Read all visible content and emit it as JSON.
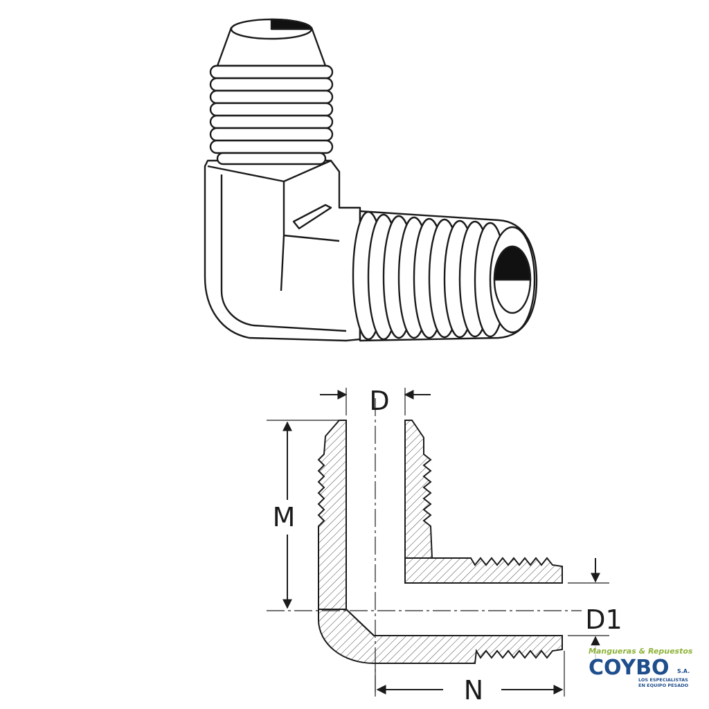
{
  "dimensions": {
    "d": "D",
    "m": "M",
    "d1": "D1",
    "n": "N"
  },
  "logo": {
    "tagline": "Mangueras & Repuestos",
    "name": "COYBO",
    "suffix": "S.A.",
    "slogan_line1": "LOS ESPECIALISTAS",
    "slogan_line2": "EN EQUIPO PESADO",
    "colors": {
      "tagline": "#8fb33a",
      "name": "#1f4e8c"
    }
  },
  "icons": {
    "fitting": "elbow-fitting-illustration",
    "section": "elbow-fitting-cross-section"
  }
}
